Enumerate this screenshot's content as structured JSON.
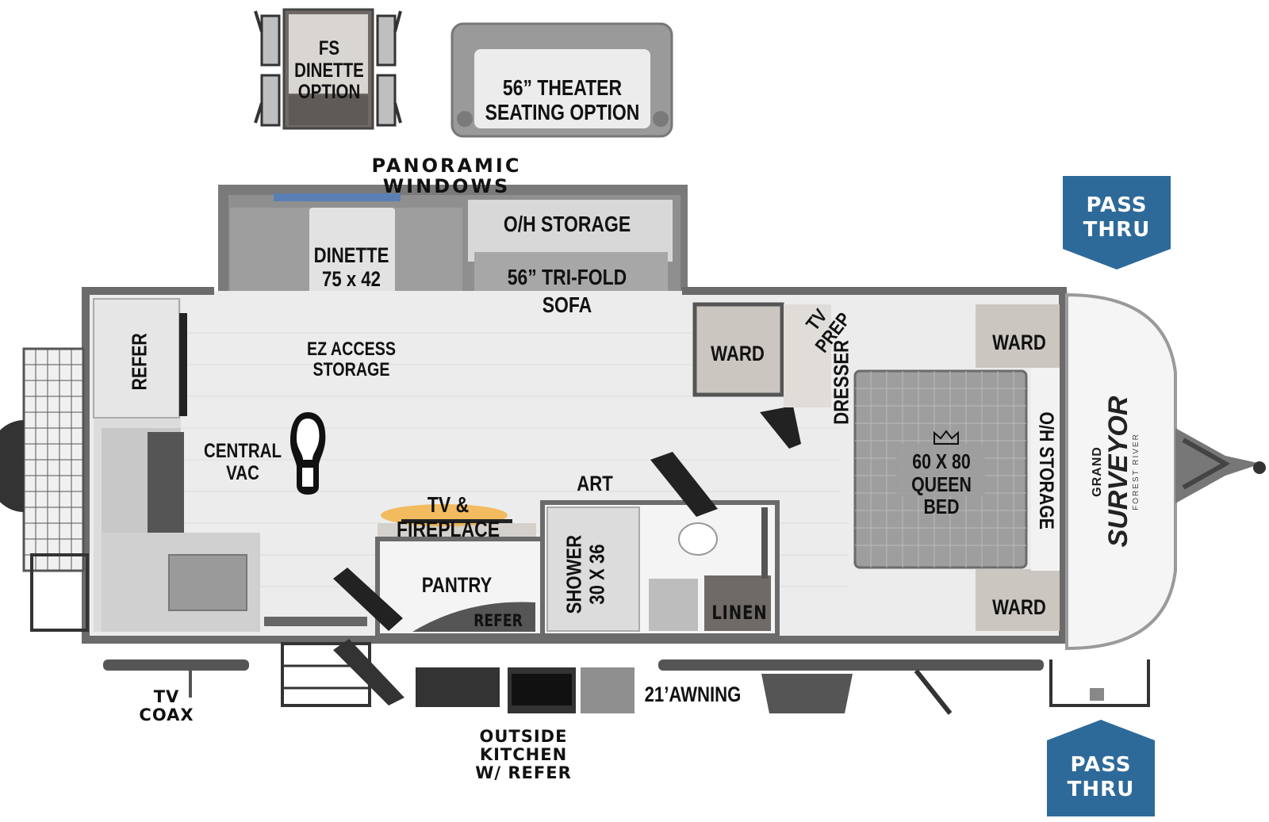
{
  "colors": {
    "wall": "#6b6b6b",
    "floor": "#ececec",
    "pass_thru": "#2e6a99",
    "fireplace_glow": "#f5a623"
  },
  "options": {
    "fs_dinette": "FS DINETTE\nOPTION",
    "theater": "56” THEATER\nSEATING OPTION"
  },
  "labels": {
    "panoramic_windows": "PANORAMIC WINDOWS",
    "dinette": "DINETTE\n75 x 42",
    "oh_storage_top": "O/H STORAGE",
    "tri_fold_sofa": "56” TRI-FOLD\nSOFA",
    "ez_access_storage": "EZ ACCESS\nSTORAGE",
    "refer_left": "REFER",
    "central_vac": "CENTRAL\nVAC",
    "tv_fireplace": "TV & FIREPLACE",
    "art": "ART",
    "pantry": "PANTRY",
    "refer_pantry": "REFER",
    "shower": "SHOWER\n30 X 36",
    "linen": "LINEN",
    "ward_mid": "WARD",
    "tv_prep": "TV\nPREP",
    "dresser": "DRESSER",
    "ward_top_right": "WARD",
    "ward_bottom_right": "WARD",
    "queen_bed": "60 X 80\nQUEEN BED",
    "oh_storage_right": "O/H STORAGE",
    "tv_coax": "TV\nCOAX",
    "outside_kitchen": "OUTSIDE KITCHEN\nW/ REFER",
    "awning": "21’AWNING",
    "pass_thru_top": "PASS\nTHRU",
    "pass_thru_bottom": "PASS\nTHRU"
  },
  "logo": {
    "line1": "GRAND",
    "line2": "SURVEYOR",
    "line3": "FOREST RIVER"
  },
  "icons": {
    "boot": "boot-print-icon",
    "crown": "crown-icon"
  }
}
